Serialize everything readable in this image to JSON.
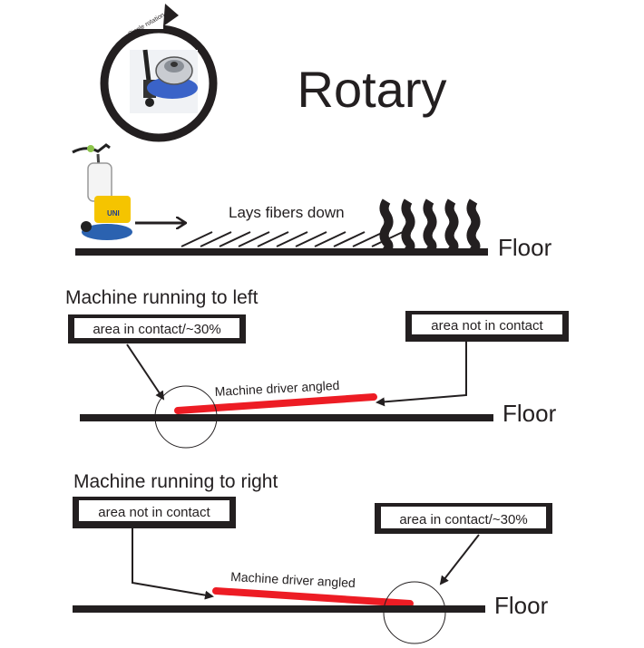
{
  "header": {
    "title": "Rotary",
    "rotation_label": "Single rotation"
  },
  "top_section": {
    "caption": "Lays fibers down",
    "floor_label": "Floor",
    "machine_badge": "UNI"
  },
  "left_section": {
    "heading": "Machine running to left",
    "contact_label": "area in contact/~30%",
    "no_contact_label": "area not in contact",
    "driver_label": "Machine driver angled",
    "floor_label": "Floor"
  },
  "right_section": {
    "heading": "Machine running to right",
    "no_contact_label": "area not in contact",
    "contact_label": "area in contact/~30%",
    "driver_label": "Machine driver angled",
    "floor_label": "Floor"
  },
  "colors": {
    "ink": "#231f20",
    "driver": "#ed1c24",
    "machine_blue": "#2b62b0",
    "machine_yellow": "#f5c400"
  }
}
